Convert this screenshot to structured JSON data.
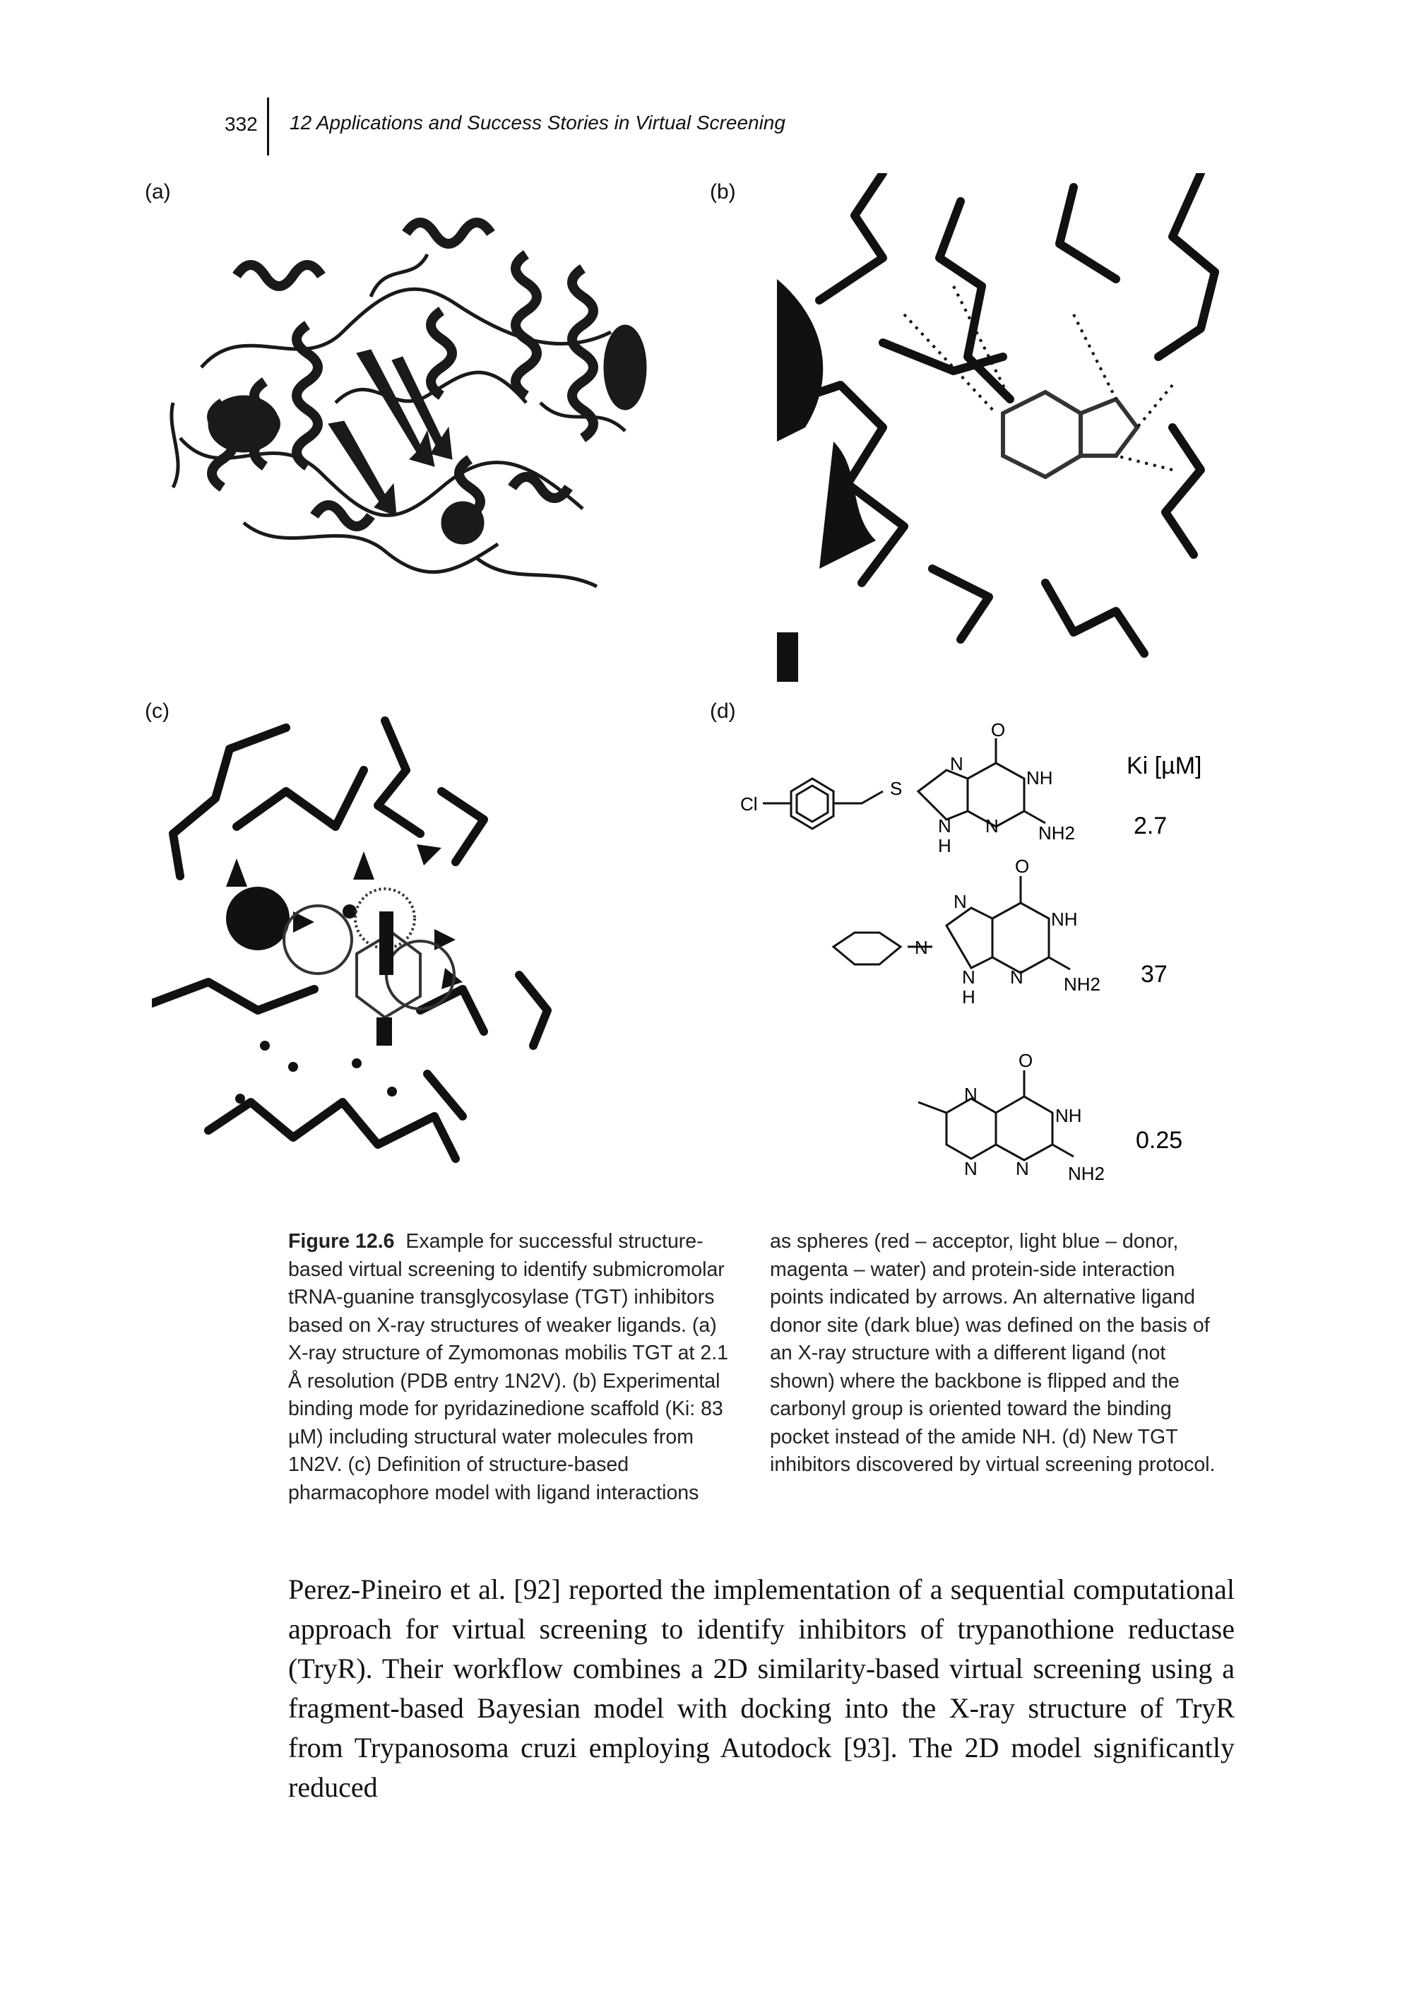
{
  "header": {
    "page_number": "332",
    "running_title": "12 Applications and Success Stories in Virtual Screening"
  },
  "panels": {
    "a": "(a)",
    "b": "(b)",
    "c": "(c)",
    "d": "(d)"
  },
  "table_d": {
    "column_header": "Ki [µM]",
    "compounds": [
      {
        "ki": "2.7",
        "atoms": {
          "cl": "Cl",
          "s": "S",
          "o": "O",
          "n1": "N",
          "nh": "NH",
          "n2": "N",
          "h": "H",
          "n3": "N",
          "nh2": "NH2"
        }
      },
      {
        "ki": "37",
        "atoms": {
          "n_pip": "N",
          "o": "O",
          "n1": "N",
          "nh": "NH",
          "n2": "N",
          "h": "H",
          "n3": "N",
          "nh2": "NH2"
        }
      },
      {
        "ki": "0.25",
        "atoms": {
          "o": "O",
          "n1": "N",
          "nh": "NH",
          "n2": "N",
          "n3": "N",
          "nh2": "NH2"
        }
      }
    ]
  },
  "caption": {
    "label": "Figure 12.6",
    "col1": "Example for successful structure-based virtual screening to identify submicromolar tRNA-guanine transglycosylase (TGT) inhibitors based on X-ray structures of weaker ligands. (a) X-ray structure of Zymomonas mobilis TGT at 2.1 Å resolution (PDB entry 1N2V). (b) Experimental binding mode for pyridazinedione scaffold (Ki: 83 µM) including structural water molecules from 1N2V. (c) Definition of structure-based pharmacophore model with ligand interactions",
    "col2": "as spheres (red – acceptor, light blue – donor, magenta – water) and protein-side interaction points indicated by arrows. An alternative ligand donor site (dark blue) was defined on the basis of an X-ray structure with a different ligand (not shown) where the backbone is flipped and the carbonyl group is oriented toward the binding pocket instead of the amide NH. (d) New TGT inhibitors discovered by virtual screening protocol."
  },
  "body": "Perez-Pineiro et al. [92] reported the implementation of a sequential computational approach for virtual screening to identify inhibitors of trypanothione reductase (TryR). Their workflow combines a 2D similarity-based virtual screening using a fragment-based Bayesian model with docking into the X-ray structure of TryR from Trypanosoma cruzi employing Autodock [93]. The 2D model significantly reduced"
}
